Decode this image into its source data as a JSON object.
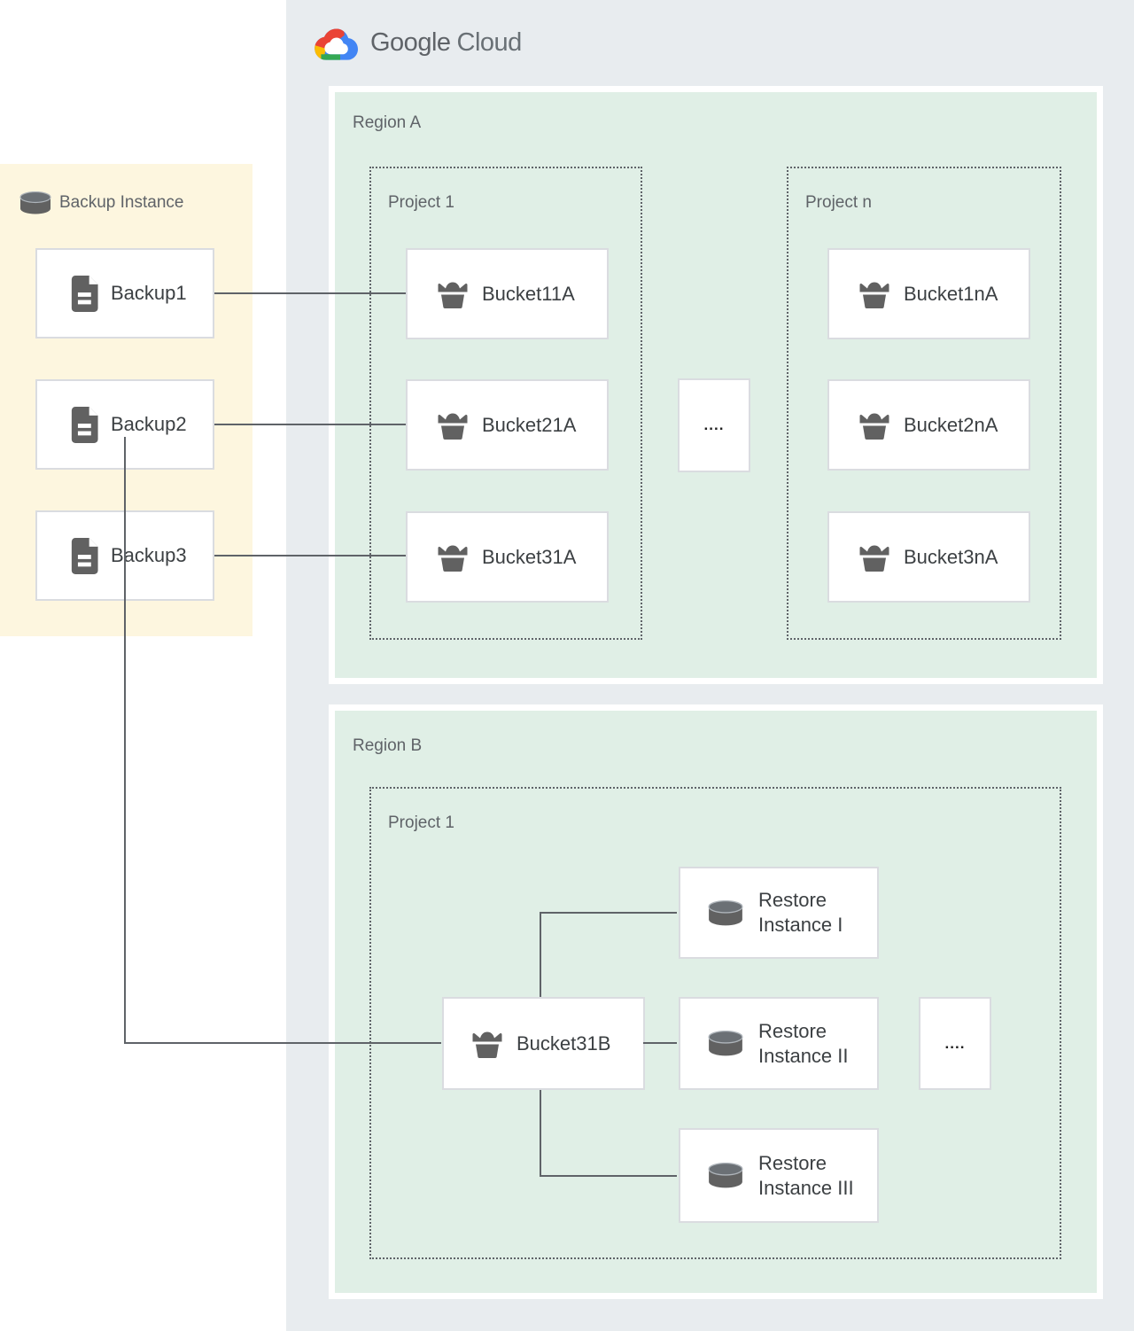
{
  "logo": {
    "google": "Google",
    "cloud": "Cloud"
  },
  "backup_panel": {
    "title": "Backup Instance",
    "items": [
      {
        "label": "Backup1"
      },
      {
        "label": "Backup2"
      },
      {
        "label": "Backup3"
      }
    ]
  },
  "region_a": {
    "label": "Region A",
    "ellipsis": "....",
    "project_1": {
      "label": "Project 1",
      "buckets": [
        "Bucket11A",
        "Bucket21A",
        "Bucket31A"
      ]
    },
    "project_n": {
      "label": "Project n",
      "buckets": [
        "Bucket1nA",
        "Bucket2nA",
        "Bucket3nA"
      ]
    }
  },
  "region_b": {
    "label": "Region B",
    "ellipsis": "....",
    "project_1": {
      "label": "Project 1"
    },
    "bucket": "Bucket31B",
    "restore_instances": [
      {
        "line1": "Restore",
        "line2": "Instance I"
      },
      {
        "line1": "Restore",
        "line2": "Instance II"
      },
      {
        "line1": "Restore",
        "line2": "Instance III"
      }
    ]
  },
  "colors": {
    "gcp_zone": "#e8ecef",
    "region_zone": "#e0efe6",
    "backup_zone": "#fdf6df",
    "connector": "#5f6368",
    "icon": "#616161",
    "node_border": "#dadce0",
    "logo_blue": "#4285f4",
    "logo_red": "#ea4335",
    "logo_yellow": "#fbbc04",
    "logo_green": "#34a853"
  }
}
